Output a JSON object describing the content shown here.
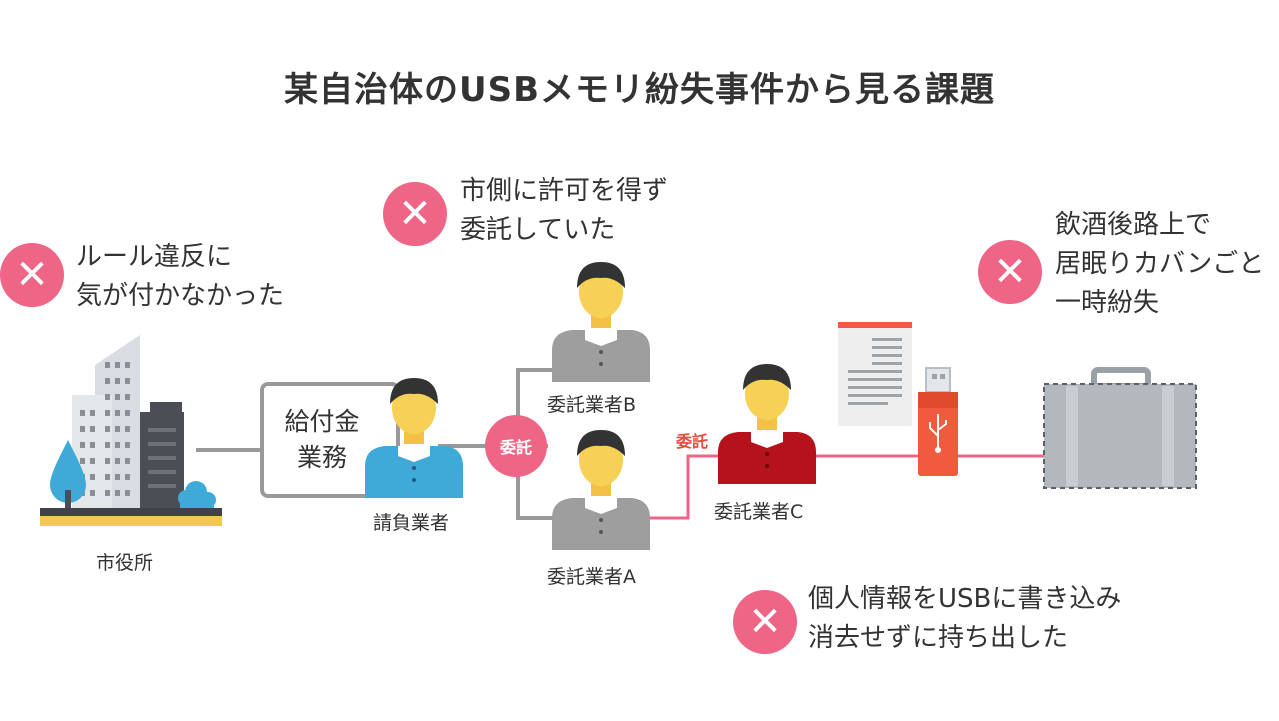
{
  "title": "某自治体のUSBメモリ紛失事件から見る課題",
  "issues": [
    {
      "mark": "✕",
      "lines": [
        "ルール違反に",
        "気が付かなかった"
      ]
    },
    {
      "mark": "✕",
      "lines": [
        "市側に許可を得ず",
        "委託していた"
      ]
    },
    {
      "mark": "✕",
      "lines": [
        "飲酒後路上で",
        "居眠りカバンごと",
        "一時紛失"
      ]
    },
    {
      "mark": "✕",
      "lines": [
        "個人情報をUSBに書き込み",
        "消去せずに持ち出した"
      ]
    }
  ],
  "nodes": {
    "city_hall": "市役所",
    "task_box": [
      "給付金",
      "業務"
    ],
    "contractor": "請負業者",
    "sub_b": "委託業者B",
    "sub_a": "委託業者A",
    "sub_c": "委託業者C",
    "itaku_badge": "委託",
    "itaku_tag": "委託"
  },
  "colors": {
    "accent_pink": "#ee6586",
    "tag_red": "#e84b3c",
    "line_gray": "#999999",
    "person_blue": "#3fa9d8",
    "person_gray": "#9e9e9e",
    "person_red": "#b5121b",
    "usb_red": "#f05a3e",
    "bag_gray": "#b4b8bd"
  },
  "icons": [
    "x-mark-icon",
    "city-hall-icon",
    "person-icon",
    "document-icon",
    "usb-memory-icon",
    "briefcase-icon"
  ]
}
